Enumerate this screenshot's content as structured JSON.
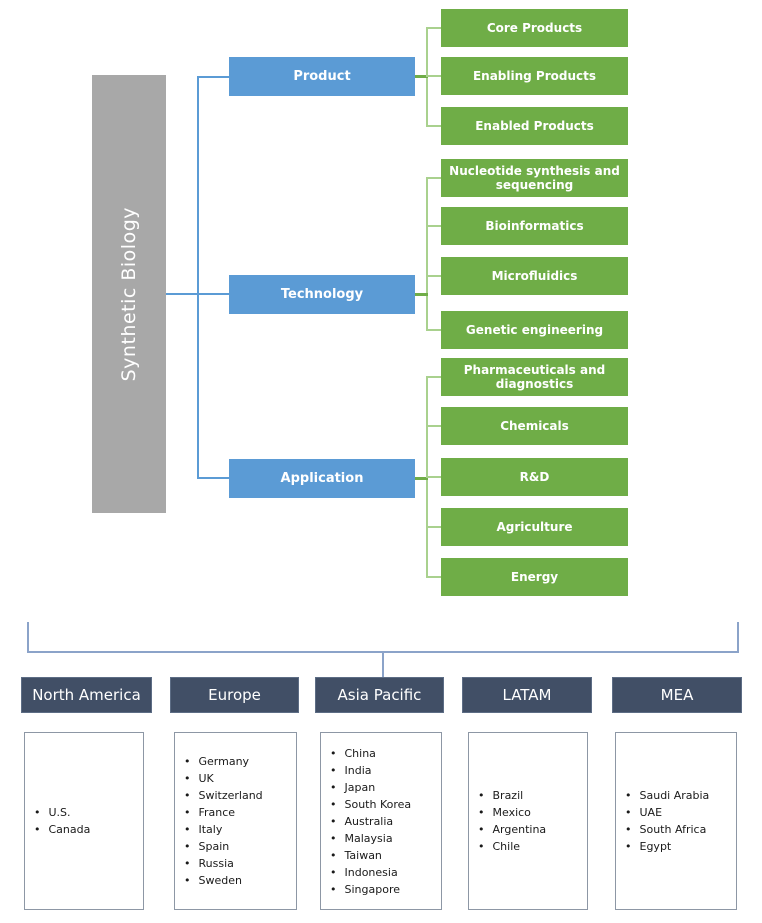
{
  "root": {
    "label": "Synthetic Biology"
  },
  "tree": {
    "groups": [
      {
        "label": "Product",
        "children": [
          "Core Products",
          "Enabling Products",
          "Enabled Products"
        ]
      },
      {
        "label": "Technology",
        "children": [
          "Nucleotide synthesis and sequencing",
          "Bioinformatics",
          "Microfluidics",
          "Genetic engineering"
        ]
      },
      {
        "label": "Application",
        "children": [
          "Pharmaceuticals and diagnostics",
          "Chemicals",
          "R&D",
          "Agriculture",
          "Energy"
        ]
      }
    ]
  },
  "regions": [
    {
      "label": "North America",
      "countries": [
        "U.S.",
        "Canada"
      ]
    },
    {
      "label": "Europe",
      "countries": [
        "Germany",
        "UK",
        "Switzerland",
        "France",
        "Italy",
        "Spain",
        "Russia",
        "Sweden"
      ]
    },
    {
      "label": "Asia Pacific",
      "countries": [
        "China",
        "India",
        "Japan",
        "South Korea",
        "Australia",
        "Malaysia",
        "Taiwan",
        "Indonesia",
        "Singapore"
      ]
    },
    {
      "label": "LATAM",
      "countries": [
        "Brazil",
        "Mexico",
        "Argentina",
        "Chile"
      ]
    },
    {
      "label": "MEA",
      "countries": [
        "Saudi Arabia",
        "UAE",
        "South Africa",
        "Egypt"
      ]
    }
  ],
  "colors": {
    "root_bar": "#a8a8a8",
    "category_node": "#5b9bd5",
    "leaf_node": "#6fad47",
    "leaf_connector": "#a9d18e",
    "category_connector": "#5b9bd5",
    "region_header": "#414f66",
    "bracket_line": "#8ba3c9"
  }
}
